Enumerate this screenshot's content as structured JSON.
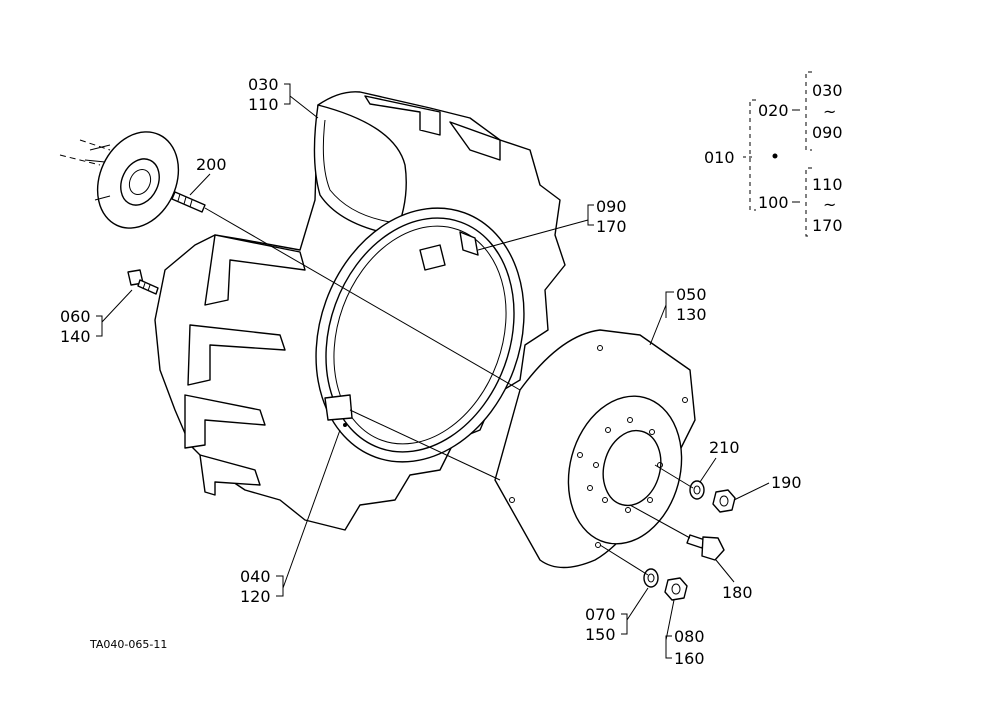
{
  "labels": {
    "c010": "010",
    "c020": "020",
    "c030_legend": "030",
    "c090_legend": "090",
    "c100": "100",
    "c110_legend": "110",
    "c170_legend": "170",
    "tilde": "~",
    "c030": "030",
    "c110": "110",
    "c200": "200",
    "c060": "060",
    "c140": "140",
    "c090": "090",
    "c170": "170",
    "c050": "050",
    "c130": "130",
    "c210": "210",
    "c190": "190",
    "c180": "180",
    "c040": "040",
    "c120": "120",
    "c070": "070",
    "c150": "150",
    "c080": "080",
    "c160": "160"
  },
  "figure_code": "TA040-065-11"
}
